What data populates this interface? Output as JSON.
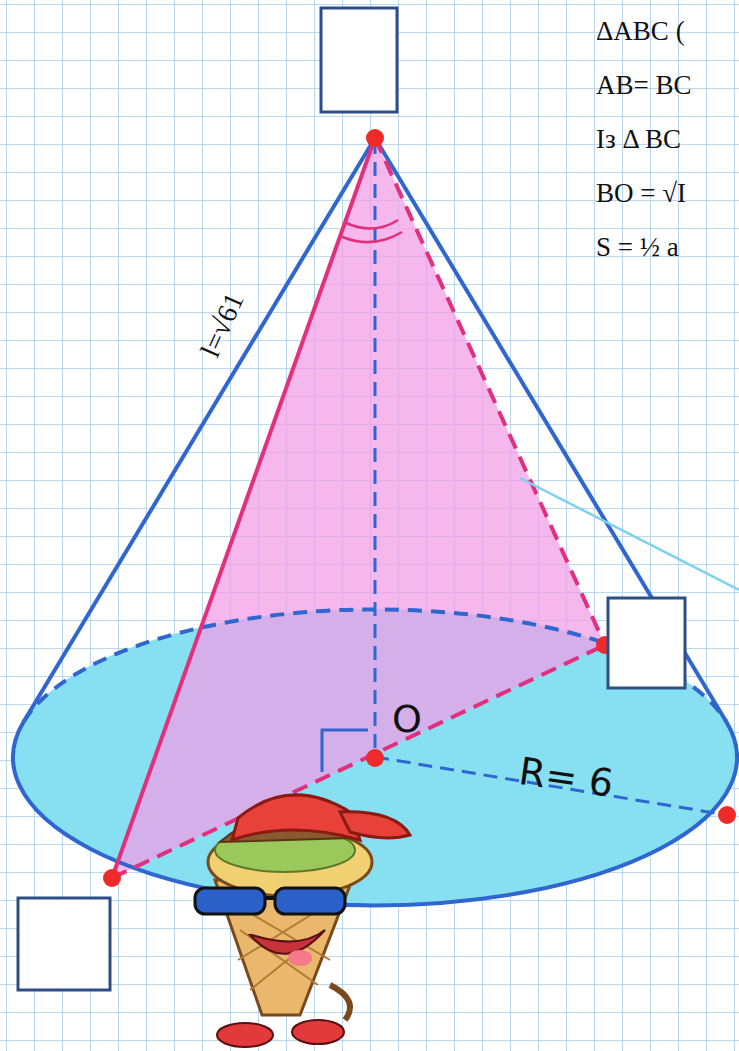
{
  "diagram": {
    "labels": [
      "ΔABC (",
      "AB= BC",
      "Із  Δ BC",
      "BO = √I",
      "S = ½ a",
      "l=√61",
      "O",
      "R= 6"
    ]
  }
}
